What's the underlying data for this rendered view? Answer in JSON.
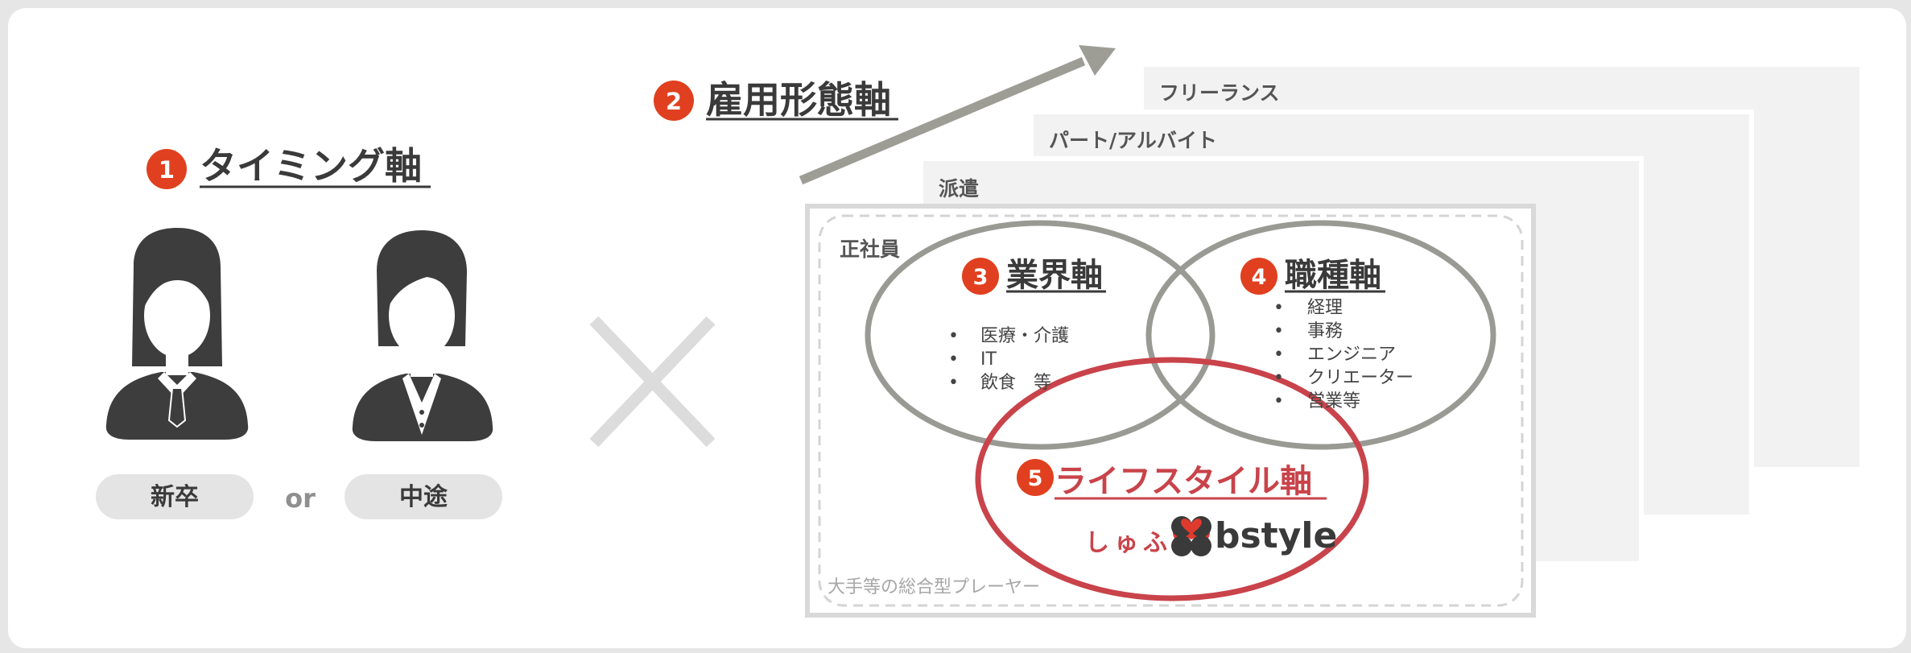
{
  "timing": {
    "number": "1",
    "title": "タイミング軸"
  },
  "persons": {
    "new_grad": "新卒",
    "or": "or",
    "mid_career": "中途"
  },
  "employment": {
    "number": "2",
    "title": "雇用形態軸",
    "types": [
      "フリーランス",
      "パート/アルバイト",
      "派遣",
      "正社員"
    ]
  },
  "industry": {
    "number": "3",
    "title": "業界軸",
    "items": [
      "医療・介護",
      "IT",
      "飲食　等"
    ]
  },
  "occupation": {
    "number": "4",
    "title": "職種軸",
    "items": [
      "経理",
      "事務",
      "エンジニア",
      "クリエーター",
      "営業等"
    ]
  },
  "lifestyle": {
    "number": "5",
    "title": "ライフスタイル軸"
  },
  "brand": {
    "prefix": "しゅふ",
    "name": "bstyle"
  },
  "player_label": "大手等の総合型プレーヤー",
  "colors": {
    "accent_red": "#e0401f",
    "lifestyle_red": "#c9434a",
    "circle_gray": "#9a9a94",
    "arrow_gray": "#9d9d96",
    "person_dark": "#3d3d3d",
    "pill_bg": "#e4e4e4",
    "sheet_bg": "#f2f2f2"
  }
}
